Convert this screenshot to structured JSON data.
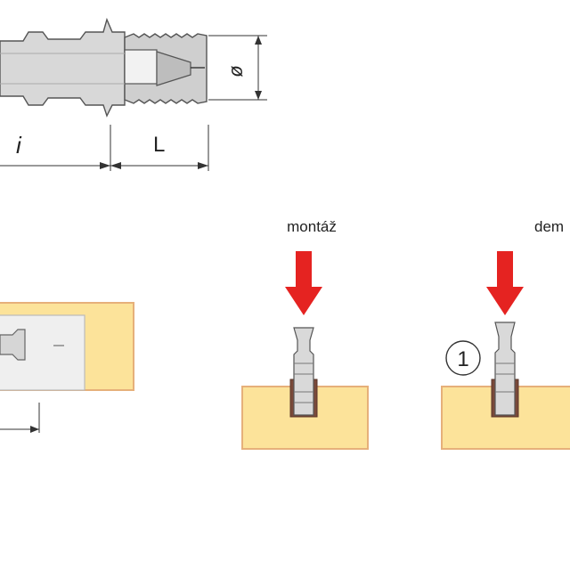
{
  "labels": {
    "diameter": "ø",
    "length_i": "i",
    "length_L": "L",
    "montaz": "montáž",
    "demontaz": "dem",
    "step_number": "1"
  },
  "colors": {
    "wood": "#fce39a",
    "wood_edge": "#e6b07a",
    "arrow": "#e52321",
    "metal": "#d3d3d3",
    "metal_dark": "#6d6d6d",
    "line": "#222222"
  },
  "icons": {
    "arrow": "down-arrow-icon",
    "circle": "number-circle-icon"
  }
}
